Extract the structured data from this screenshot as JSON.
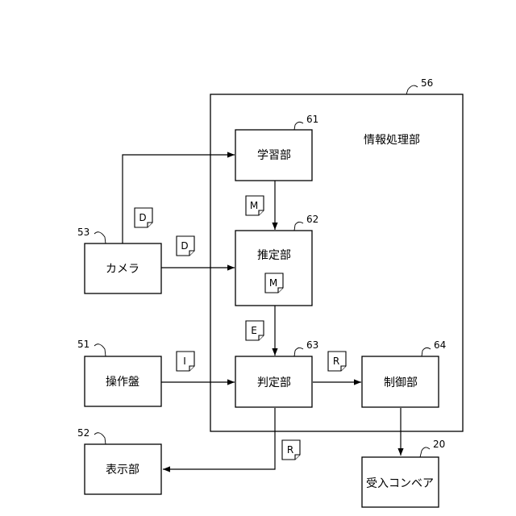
{
  "frame": {
    "label": "情報処理部",
    "ref": "56"
  },
  "boxes": {
    "learning": {
      "label": "学習部",
      "ref": "61"
    },
    "estimation": {
      "label": "推定部",
      "ref": "62"
    },
    "judgment": {
      "label": "判定部",
      "ref": "63"
    },
    "control": {
      "label": "制御部",
      "ref": "64"
    },
    "camera": {
      "label": "カメラ",
      "ref": "53"
    },
    "operation_panel": {
      "label": "操作盤",
      "ref": "51"
    },
    "display": {
      "label": "表示部",
      "ref": "52"
    },
    "conveyor": {
      "label": "受入コンベア",
      "ref": "20"
    }
  },
  "documents": {
    "camera_to_learning": "D",
    "camera_to_estimation": "D",
    "model_to_estimation": "M",
    "model_in_estimation": "M",
    "estimation_result": "E",
    "operation_input": "I",
    "judgment_to_control": "R",
    "judgment_to_display": "R"
  }
}
